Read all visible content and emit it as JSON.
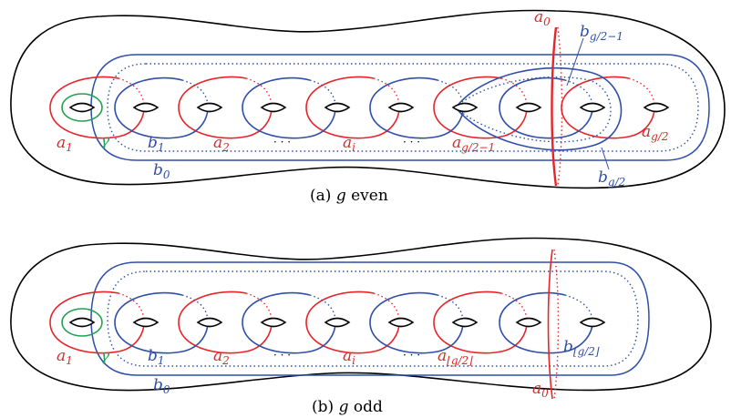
{
  "colors": {
    "a_curves": "#e8242a",
    "b_curves": "#2f4fa8",
    "gamma_curve": "#22a050",
    "surface": "#000000"
  },
  "panel_a": {
    "caption_prefix": "(a) ",
    "caption_var": "g",
    "caption_suffix": " even",
    "labels": {
      "a0": {
        "base": "a",
        "sub": "0"
      },
      "a1": {
        "base": "a",
        "sub": "1"
      },
      "a2": {
        "base": "a",
        "sub": "2"
      },
      "ai": {
        "base": "a",
        "sub": "i"
      },
      "a_g2m1": {
        "base": "a",
        "sub": "g/2−1"
      },
      "a_g2": {
        "base": "a",
        "sub": "g/2"
      },
      "b0": {
        "base": "b",
        "sub": "0"
      },
      "b1": {
        "base": "b",
        "sub": "1"
      },
      "b_g2m1": {
        "base": "b",
        "sub": "g/2−1"
      },
      "b_g2": {
        "base": "b",
        "sub": "g/2"
      },
      "gamma": "γ",
      "dots1": "· · ·",
      "dots2": "· · ·"
    }
  },
  "panel_b": {
    "caption_prefix": "(b) ",
    "caption_var": "g",
    "caption_suffix": " odd",
    "labels": {
      "a0": {
        "base": "a",
        "sub": "0"
      },
      "a1": {
        "base": "a",
        "sub": "1"
      },
      "a2": {
        "base": "a",
        "sub": "2"
      },
      "ai": {
        "base": "a",
        "sub": "i"
      },
      "a_floor": {
        "base": "a",
        "sub": "⌊g/2⌋"
      },
      "b0": {
        "base": "b",
        "sub": "0"
      },
      "b1": {
        "base": "b",
        "sub": "1"
      },
      "b_floor": {
        "base": "b",
        "sub": "⌊g/2⌋"
      },
      "gamma": "γ",
      "dots1": "· · ·",
      "dots2": "· · ·"
    }
  }
}
